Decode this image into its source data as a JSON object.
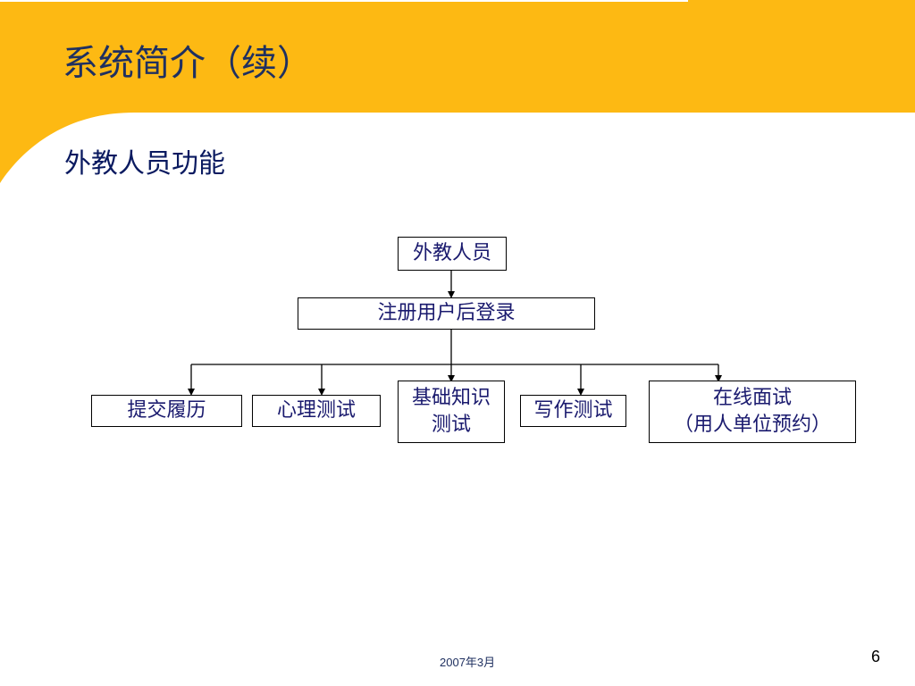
{
  "slide": {
    "title": "系统简介（续）",
    "subtitle": "外教人员功能",
    "footer_date": "2007年3月",
    "page_number": "6",
    "accent_color": "#FDB913",
    "title_color": "#1F3060"
  },
  "diagram": {
    "root": {
      "label": "外教人员"
    },
    "second": {
      "label": "注册用户后登录"
    },
    "children": [
      {
        "lines": [
          "提交履历"
        ]
      },
      {
        "lines": [
          "心理测试"
        ]
      },
      {
        "lines": [
          "基础知识",
          "测试"
        ]
      },
      {
        "lines": [
          "写作测试"
        ]
      },
      {
        "lines": [
          "在线面试",
          "（用人单位预约）"
        ]
      }
    ]
  }
}
